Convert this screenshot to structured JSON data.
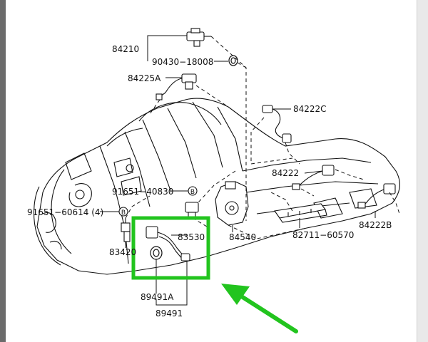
{
  "colors": {
    "line": "#111111",
    "highlight": "#22c41e",
    "arrow": "#22c41e",
    "background": "#ffffff"
  },
  "parts": {
    "p84210": "84210",
    "p90430": "90430−18008",
    "p84225A": "84225A",
    "p84222C": "84222C",
    "p84222": "84222",
    "p84222B": "84222B",
    "p91651_40830": "91651−40830",
    "p91651_60614": "91651−60614 (4)",
    "p83420": "83420",
    "p83530": "83530",
    "p84540": "84540",
    "p82711": "82711−60570",
    "p89491A": "89491A",
    "p89491": "89491"
  },
  "markers": {
    "bolt_symbol": "B"
  },
  "icons": {
    "highlight": "highlight-box",
    "pointer": "arrow-icon"
  }
}
